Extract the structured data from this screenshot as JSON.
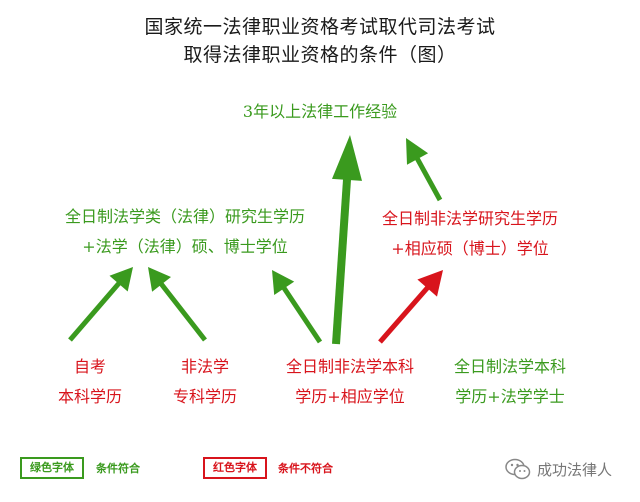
{
  "title": {
    "line1": "国家统一法律职业资格考试取代司法考试",
    "line2": "取得法律职业资格的条件（图）"
  },
  "colors": {
    "green": "#3a9a1e",
    "red": "#d8141c"
  },
  "nodes": {
    "goal": "3年以上法律工作经验",
    "grad_law_1": "全日制法学类（法律）研究生学历",
    "grad_law_2": "+法学（法律）硕、博士学位",
    "grad_nonlaw_1": "全日制非法学研究生学历",
    "grad_nonlaw_2": "+相应硕（博士）学位",
    "self_study_1": "自考",
    "self_study_2": "本科学历",
    "nonlaw_college_1": "非法学",
    "nonlaw_college_2": "专科学历",
    "ft_nonlaw_bach_1": "全日制非法学本科",
    "ft_nonlaw_bach_2": "学历+相应学位",
    "ft_law_bach_1": "全日制法学本科",
    "ft_law_bach_2": "学历+法学学士"
  },
  "legend": {
    "green_box": "绿色字体",
    "green_text": "条件符合",
    "red_box": "红色字体",
    "red_text": "条件不符合"
  },
  "watermark": {
    "icon": "wechat-icon",
    "text": "成功法律人"
  },
  "arrows": [
    {
      "name": "arrow-self-study-to-grad-law",
      "color": "green"
    },
    {
      "name": "arrow-nonlaw-college-to-grad-law",
      "color": "green"
    },
    {
      "name": "arrow-ft-nonlaw-bach-to-grad-law",
      "color": "green"
    },
    {
      "name": "arrow-ft-nonlaw-bach-to-goal",
      "color": "green"
    },
    {
      "name": "arrow-ft-nonlaw-bach-to-grad-nonlaw",
      "color": "red"
    },
    {
      "name": "arrow-grad-nonlaw-to-goal",
      "color": "green"
    }
  ]
}
